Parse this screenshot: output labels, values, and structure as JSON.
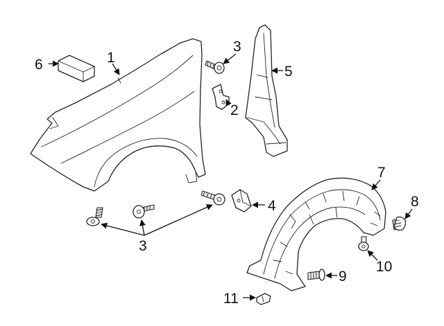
{
  "callouts": {
    "c1": "1",
    "c2": "2",
    "c3_top": "3",
    "c3_bottom": "3",
    "c4": "4",
    "c5": "5",
    "c6": "6",
    "c7": "7",
    "c8": "8",
    "c9": "9",
    "c10": "10",
    "c11": "11"
  }
}
